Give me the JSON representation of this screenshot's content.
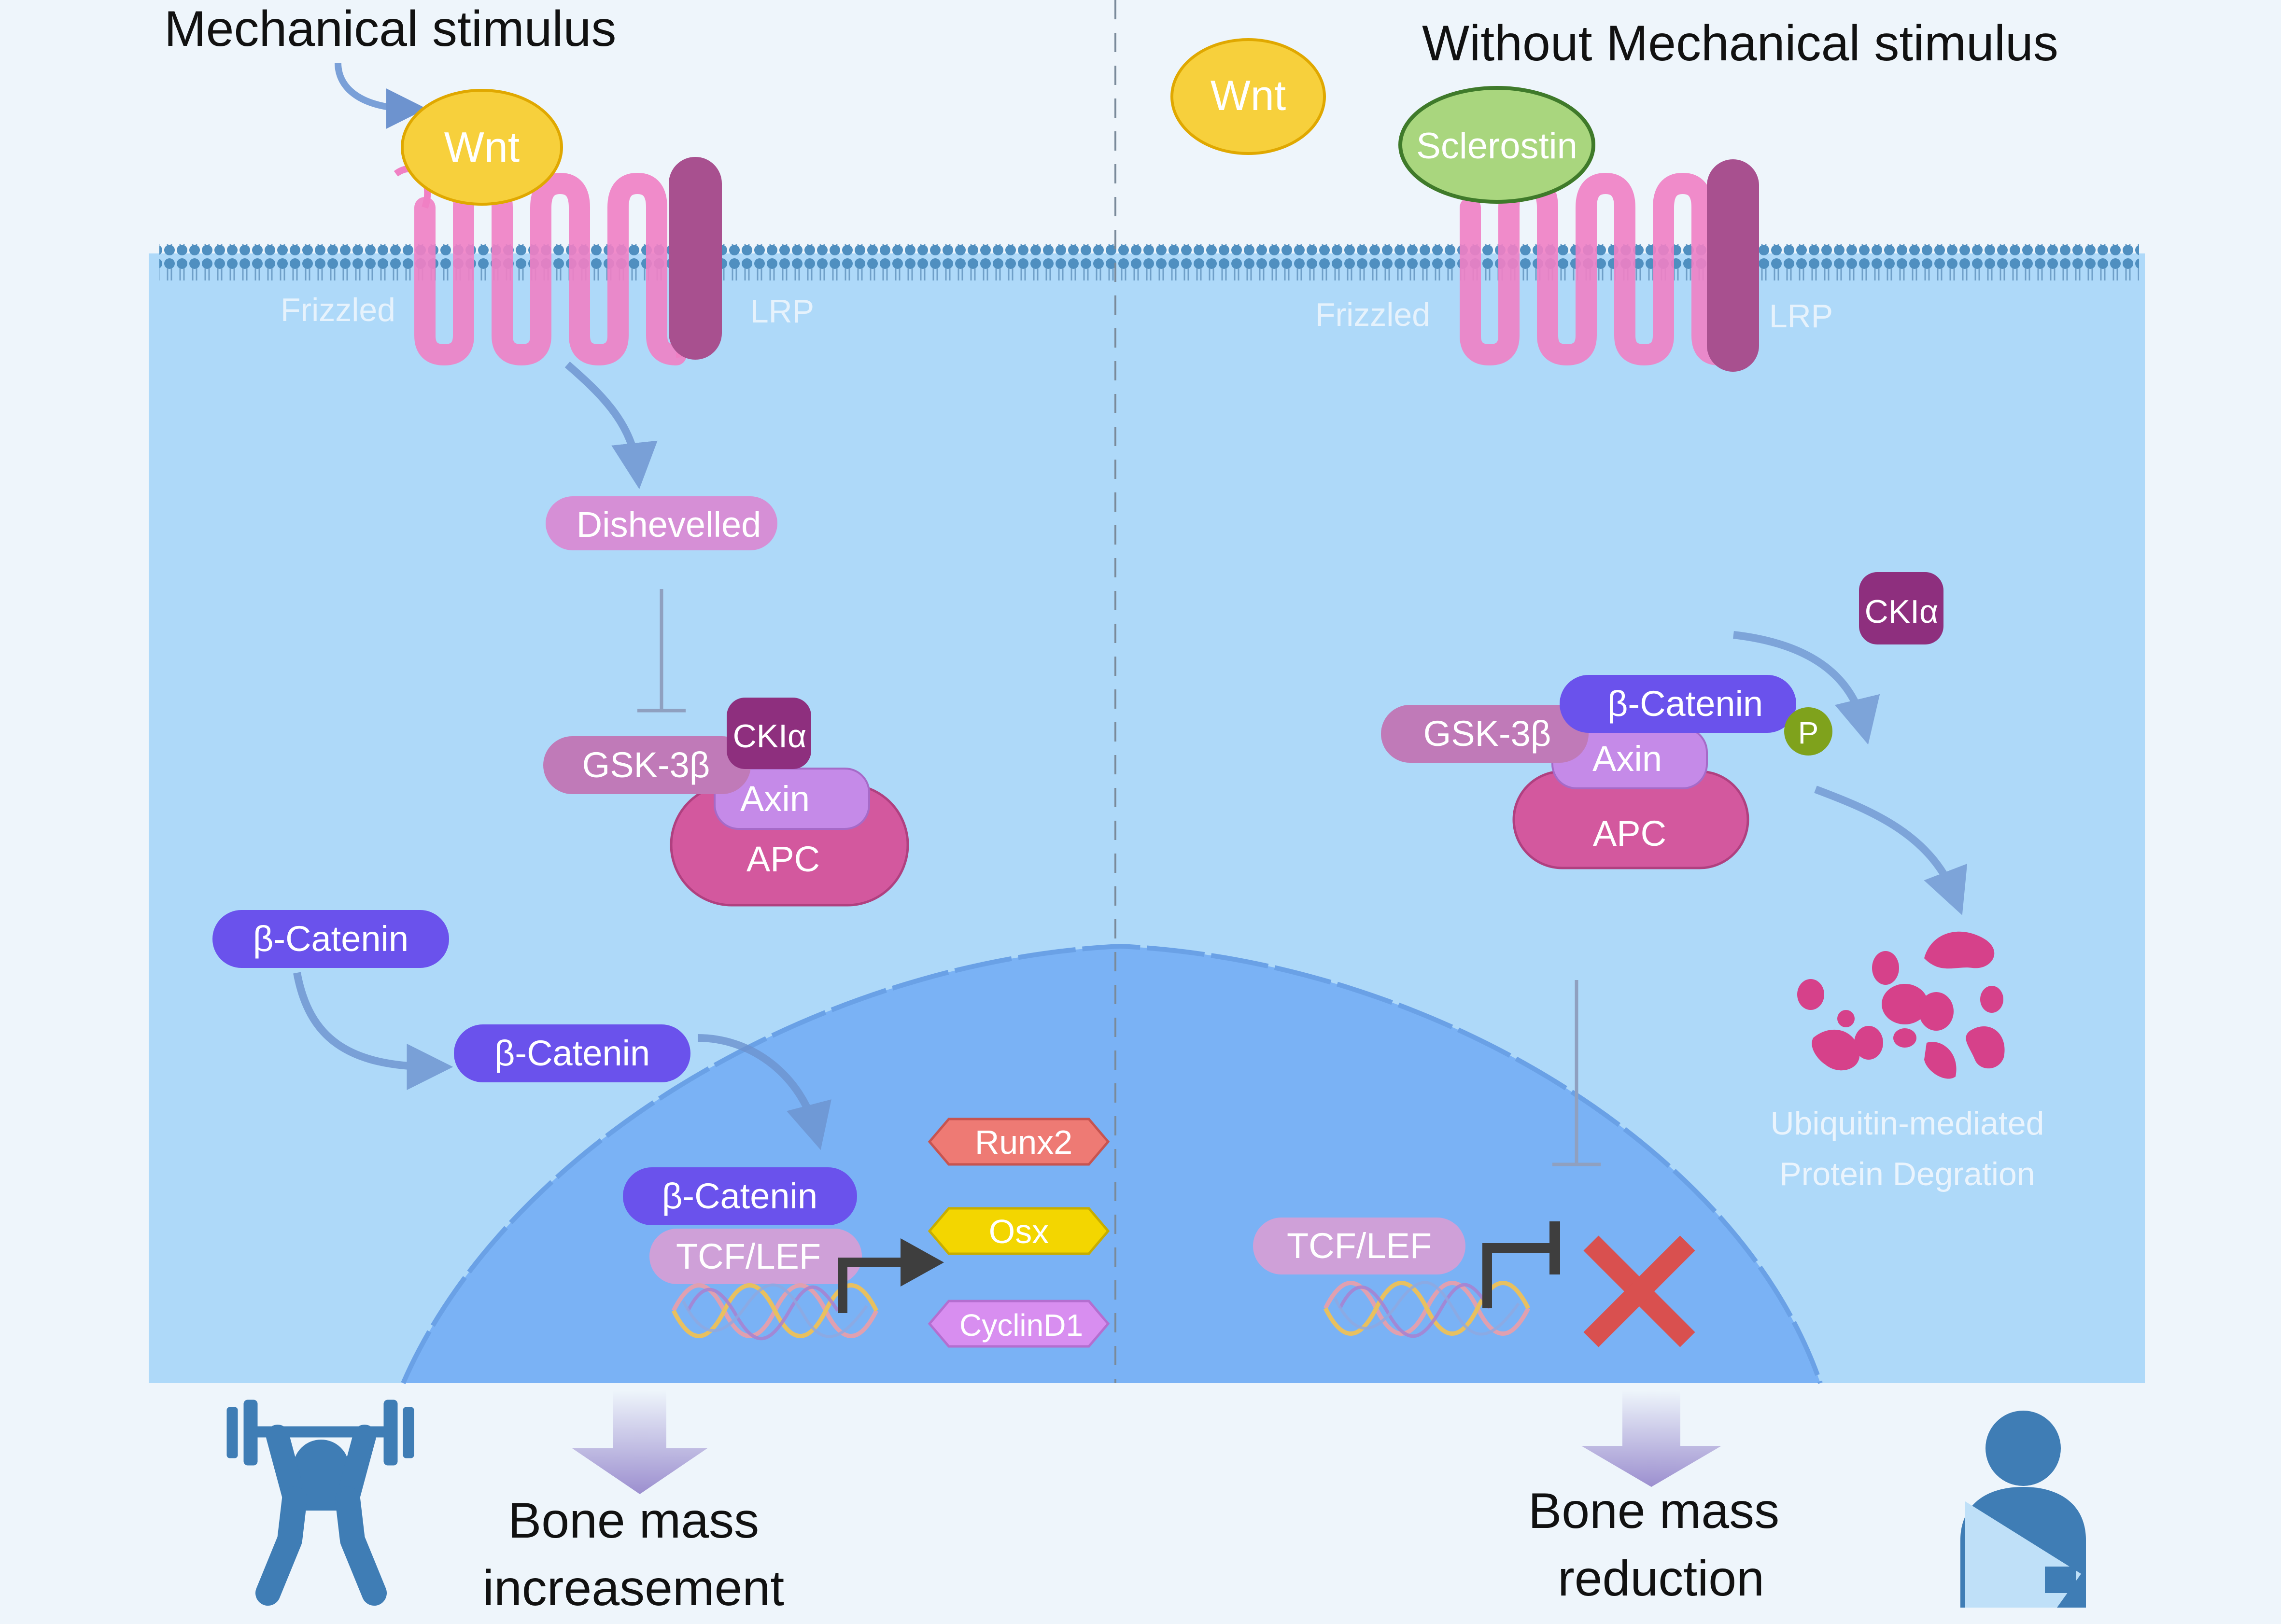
{
  "left_panel": {
    "title": "Mechanical stimulus",
    "wnt": "Wnt",
    "frizzled": "Frizzled",
    "lrp": "LRP",
    "dishevelled": "Dishevelled",
    "gsk3b": "GSK-3β",
    "ck1a": "CKIα",
    "axin": "Axin",
    "apc": "APC",
    "beta_catenin_cytoplasm": "β-Catenin",
    "beta_catenin_entering": "β-Catenin",
    "beta_catenin_nucleus": "β-Catenin",
    "tcf_lef": "TCF/LEF",
    "runx2": "Runx2",
    "osx": "Osx",
    "cyclind1": "CyclinD1",
    "outcome_line1": "Bone mass",
    "outcome_line2": "increasement"
  },
  "right_panel": {
    "title": "Without Mechanical stimulus",
    "wnt": "Wnt",
    "sclerostin": "Sclerostin",
    "frizzled": "Frizzled",
    "lrp": "LRP",
    "ck1a": "CKIα",
    "gsk3b": "GSK-3β",
    "beta_catenin": "β-Catenin",
    "phospho": "P",
    "axin": "Axin",
    "apc": "APC",
    "degradation_line1": "Ubiquitin-mediated",
    "degradation_line2": "Protein Degration",
    "tcf_lef": "TCF/LEF",
    "outcome_line1": "Bone mass",
    "outcome_line2": "reduction"
  },
  "colors": {
    "cell_fill": "#aed9f9",
    "nucleus_fill": "#7ab2f5",
    "membrane": "#4f8fc0",
    "frizzled": "#f080c4",
    "lrp": "#a8508f",
    "wnt": "#f7d03c",
    "sclerostin": "#a9d67e",
    "dishevelled": "#d68fd6",
    "gsk3b": "#c07ab8",
    "ck1a": "#8e2f7e",
    "axin": "#c58ae8",
    "apc": "#d3589e",
    "beta_catenin": "#6a52ec",
    "tcf_lef": "#cfa0d8",
    "runx2": "#ee7a74",
    "osx": "#f3d600",
    "cyclind1": "#d88ef0",
    "phospho": "#7fa21c",
    "blocked_x": "#d9504f",
    "person": "#3f7db5"
  },
  "icons": [
    "weightlifter-icon",
    "injured-arm-sling-icon",
    "cross-mark-icon",
    "promoter-arrow-icon",
    "inhibition-icon"
  ]
}
